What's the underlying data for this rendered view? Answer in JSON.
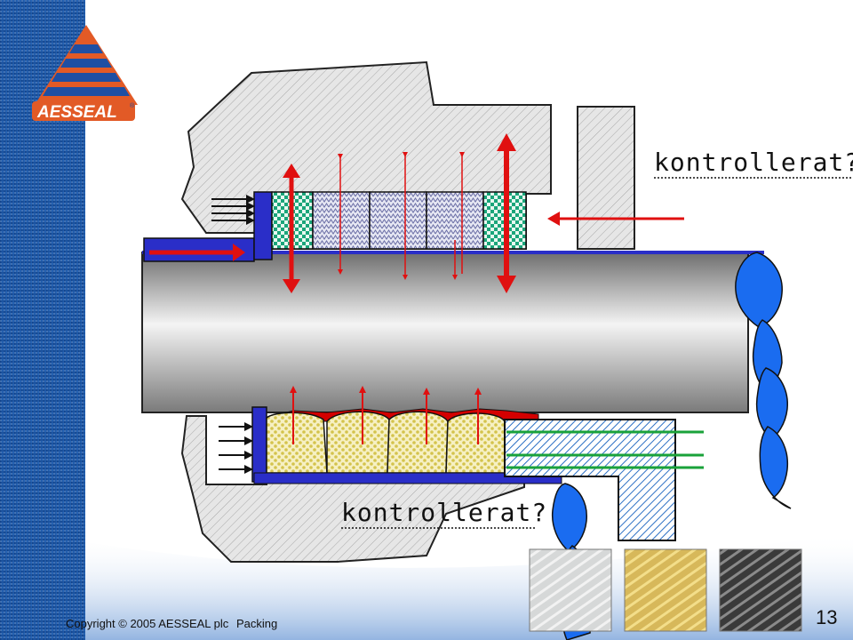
{
  "slide": {
    "brand": {
      "name": "AESSEAL",
      "reg": "®"
    },
    "question_top": "kontrollerat?",
    "question_bottom": "kontrollerat?",
    "footer": {
      "copyright": "Copyright © 2005  AESSEAL plc",
      "section": "Packing"
    },
    "page_number": "13"
  },
  "colors": {
    "background": "#ffffff",
    "side_band": "#1c5aa8",
    "housing_fill": "#e4e4e4",
    "shaft_dark": "#6e6e6e",
    "shaft_light": "#f4f4f4",
    "gland_blue": "#2a2ec8",
    "lantern_green": "#1aa57a",
    "packing_blue": "#8c8fb8",
    "packing_yellow": "#e9dd7a",
    "extrusion_red": "#d40000",
    "arrow_red": "#e01010",
    "leak_blue": "#1a6cf0",
    "bushing_blue": "#2b6fc4",
    "leak_line_green": "#1aa23a",
    "logo_orange": "#e25a26",
    "logo_blue": "#1e4fa3"
  },
  "icons": [
    "aesseal-logo",
    "red-arrow",
    "leak-droplet",
    "packing-sample"
  ]
}
